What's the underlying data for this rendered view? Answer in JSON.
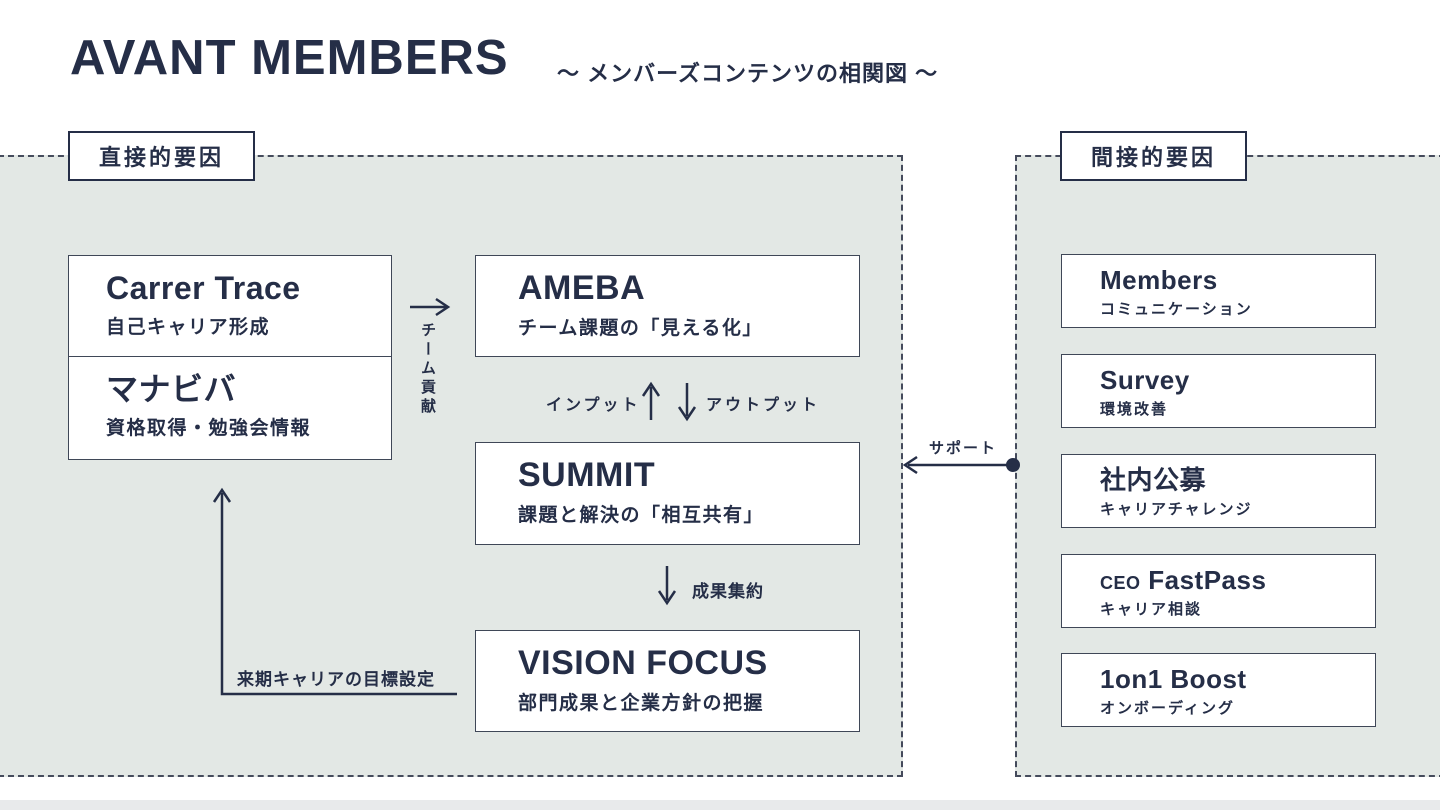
{
  "header": {
    "title": "AVANT MEMBERS",
    "subtitle": "～ メンバーズコンテンツの相関図 ～"
  },
  "regions": {
    "direct": {
      "label": "直接的要因"
    },
    "indirect": {
      "label": "間接的要因"
    }
  },
  "nodes": {
    "carrer_trace": {
      "title": "Carrer Trace",
      "subtitle": "自己キャリア形成"
    },
    "manabiba": {
      "title": "マナビバ",
      "subtitle": "資格取得・勉強会情報"
    },
    "ameba": {
      "title": "AMEBA",
      "subtitle": "チーム課題の「見える化」"
    },
    "summit": {
      "title": "SUMMIT",
      "subtitle": "課題と解決の「相互共有」"
    },
    "vision_focus": {
      "title": "VISION FOCUS",
      "subtitle": "部門成果と企業方針の把握"
    }
  },
  "indirect_boxes": [
    {
      "title": "Members",
      "subtitle": "コミュニケーション"
    },
    {
      "title": "Survey",
      "subtitle": "環境改善"
    },
    {
      "title": "社内公募",
      "subtitle": "キャリアチャレンジ"
    },
    {
      "title_prefix": "CEO",
      "title": "FastPass",
      "subtitle": "キャリア相談"
    },
    {
      "title": "1on1 Boost",
      "subtitle": "オンボーディング"
    }
  ],
  "arrow_labels": {
    "team_contribution": "チーム貢献",
    "input": "インプット",
    "output": "アウトプット",
    "outcome_aggregation": "成果集約",
    "next_career_goal": "来期キャリアの目標設定",
    "support": "サポート"
  },
  "colors": {
    "navy": "#252e47",
    "region_fill": "#e3e8e5",
    "dash_border": "#454b5c",
    "box_border": "#3f4757",
    "background": "#ffffff",
    "bottom_strip": "#e8eaeb"
  }
}
